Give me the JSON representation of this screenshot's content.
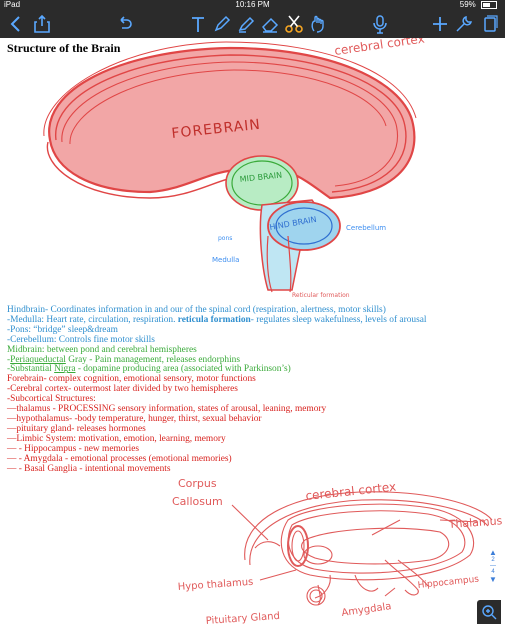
{
  "status": {
    "device": "iPad",
    "time": "10:16 PM",
    "battery": "59%"
  },
  "page_title": "Structure of the Brain",
  "brain_labels": {
    "cerebral_cortex": "cerebral cortex",
    "forebrain": "FOREBRAIN",
    "midbrain": "MID BRAIN",
    "hindbrain": "HIND BRAIN",
    "cerebellum": "Cerebellum",
    "pons": "pons",
    "medulla": "Medulla",
    "reticular": "Reticular formation"
  },
  "notes": [
    {
      "c": "blue",
      "t": "Hindbrain- Coordinates information in and our of the spinal cord (respiration, alertness, motor skills)"
    },
    {
      "c": "blue",
      "t": "-Medulla: Heart rate, circulation, respiration. ",
      "b": "reticula formation",
      "t2": "- regulates sleep wakefulness, levels of arousal"
    },
    {
      "c": "blue",
      "t": "-Pons: “bridge” sleep&dream"
    },
    {
      "c": "blue",
      "t": "-Cerebellum: Controls fine motor skills"
    },
    {
      "c": "green",
      "t": "Midbrain: between pond and cerebral hemispheres"
    },
    {
      "c": "green",
      "t": "-",
      "u": "Periaqueductal",
      "t2": " Gray - Pain management, releases endorphins"
    },
    {
      "c": "green",
      "t": "-Substantial ",
      "u": "Nigra",
      "t2": " - dopamine producing area (associated with Parkinson’s)"
    },
    {
      "c": "red",
      "t": "Forebrain- complex cognition, emotional sensory, motor functions"
    },
    {
      "c": "red",
      "t": "-Cerebral cortex- outermost later divided by two hemispheres"
    },
    {
      "c": "red",
      "t": "-Subcortical Structures:"
    },
    {
      "c": "red",
      "t": "—thalamus - PROCESSING sensory information, states of arousal, leaning, memory"
    },
    {
      "c": "red",
      "t": "—hypothalamus- -body temperature, hunger, thirst, sexual behavior"
    },
    {
      "c": "red",
      "t": "—pituitary gland- releases hormones"
    },
    {
      "c": "red",
      "t": "—Limbic System: motivation, emotion, learning, memory"
    },
    {
      "c": "red",
      "t": "— - Hippocampus - new memories"
    },
    {
      "c": "red",
      "t": "— - Amygdala - emotional processes (emotional memories)"
    },
    {
      "c": "red",
      "t": "— - Basal Ganglia - intentional movements"
    }
  ],
  "sketch2_labels": {
    "cerebral_cortex": "cerebral cortex",
    "corpus": "Corpus",
    "callosum": "Callosum",
    "thalamus": "Thalamus",
    "hypothalamus": "Hypo thalamus",
    "hippocampus": "Hippocampus",
    "amygdala": "Amygdala",
    "pituitary": "Pituitary Gland"
  },
  "pager": {
    "current": "2",
    "total": "4"
  },
  "colors": {
    "toolbar": "#2b2b2b",
    "blue": "#2f8fcf",
    "green": "#3aaa3a",
    "red": "#d8231f",
    "sketch": "#e05a5a"
  }
}
